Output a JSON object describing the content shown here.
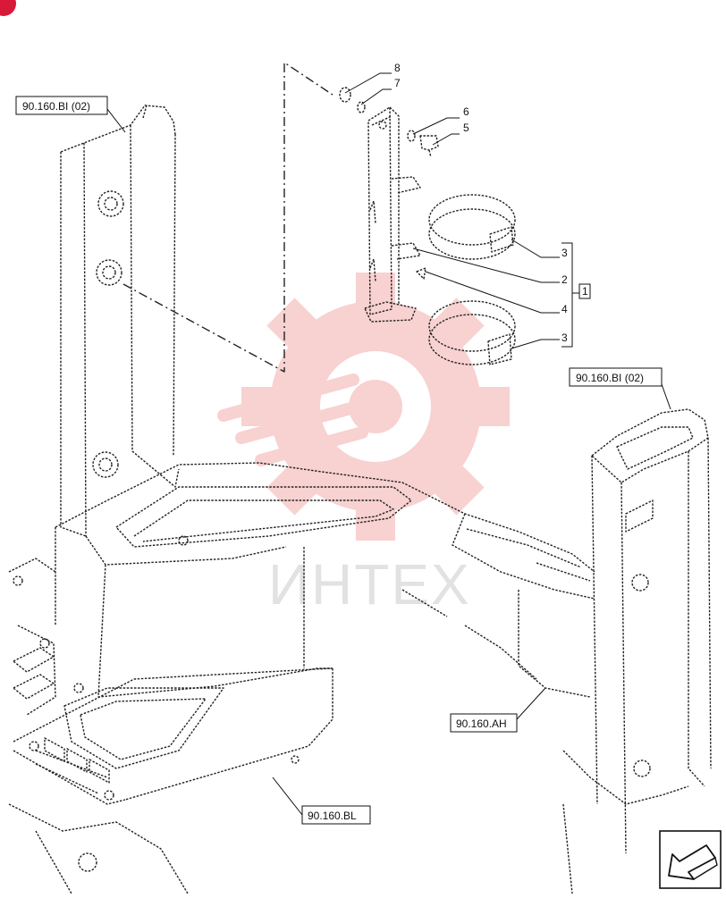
{
  "diagram": {
    "watermark_text": "ИНТЕХ",
    "references": {
      "top_left": "90.160.BI (02)",
      "right": "90.160.BI (02)",
      "center_right": "90.160.AH",
      "bottom_center": "90.160.BL"
    },
    "callouts": {
      "n8": "8",
      "n7": "7",
      "n6": "6",
      "n5": "5",
      "n3a": "3",
      "n2": "2",
      "n4": "4",
      "n3b": "3",
      "group": "1"
    },
    "nav_icon": "arrow-down-left-icon"
  },
  "colors": {
    "line": "#222222",
    "watermark_gear": "#f7c9c9",
    "watermark_text": "#e2e2e2",
    "corner_badge": "#d8193a"
  }
}
